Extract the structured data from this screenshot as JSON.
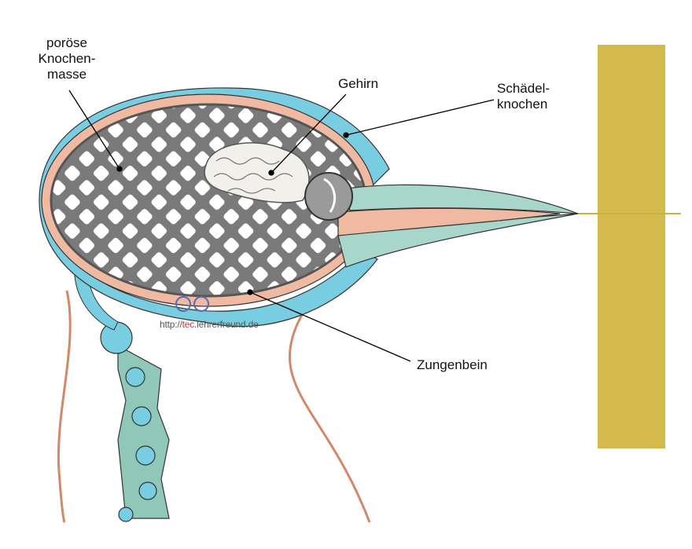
{
  "labels": {
    "porous_bone": [
      "poröse",
      "Knochen-",
      "masse"
    ],
    "brain": "Gehirn",
    "skull_bone": [
      "Schädel-",
      "knochen"
    ],
    "hyoid": "Zungenbein"
  },
  "watermark": {
    "prefix": "http://",
    "highlight": "tec",
    "suffix": ".lehrerfreund.de"
  },
  "colors": {
    "outer_skull": "#79cde0",
    "bone_layer": "#f0b9a1",
    "lattice": "#7a7a7a",
    "beak": "#a9d6cb",
    "spine": "#8fc7b8",
    "post": "#d4b94c"
  }
}
